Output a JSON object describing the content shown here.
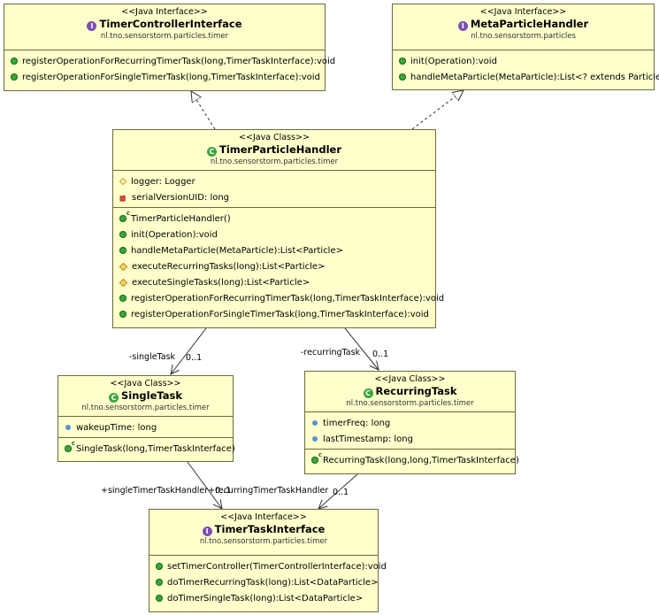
{
  "boxes": {
    "timerControllerInterface": {
      "stereotype": "<<Java Interface>>",
      "name": "TimerControllerInterface",
      "package": "nl.tno.sensorstorm.particles.timer",
      "methods": [
        "registerOperationForRecurringTimerTask(long,TimerTaskInterface):void",
        "registerOperationForSingleTimerTask(long,TimerTaskInterface):void"
      ]
    },
    "metaParticleHandler": {
      "stereotype": "<<Java Interface>>",
      "name": "MetaParticleHandler",
      "package": "nl.tno.sensorstorm.particles",
      "methods": [
        "init(Operation):void",
        "handleMetaParticle(MetaParticle):List<? extends Particle>"
      ]
    },
    "timerParticleHandler": {
      "stereotype": "<<Java Class>>",
      "name": "TimerParticleHandler",
      "package": "nl.tno.sensorstorm.particles.timer",
      "fields": [
        "logger: Logger",
        "serialVersionUID: long"
      ],
      "methods": [
        "TimerParticleHandler()",
        "init(Operation):void",
        "handleMetaParticle(MetaParticle):List<Particle>",
        "executeRecurringTasks(long):List<Particle>",
        "executeSingleTasks(long):List<Particle>",
        "registerOperationForRecurringTimerTask(long,TimerTaskInterface):void",
        "registerOperationForSingleTimerTask(long,TimerTaskInterface):void"
      ]
    },
    "singleTask": {
      "stereotype": "<<Java Class>>",
      "name": "SingleTask",
      "package": "nl.tno.sensorstorm.particles.timer",
      "fields": [
        "wakeupTime: long"
      ],
      "methods": [
        "SingleTask(long,TimerTaskInterface)"
      ]
    },
    "recurringTask": {
      "stereotype": "<<Java Class>>",
      "name": "RecurringTask",
      "package": "nl.tno.sensorstorm.particles.timer",
      "fields": [
        "timerFreq: long",
        "lastTimestamp: long"
      ],
      "methods": [
        "RecurringTask(long,long,TimerTaskInterface)"
      ]
    },
    "timerTaskInterface": {
      "stereotype": "<<Java Interface>>",
      "name": "TimerTaskInterface",
      "package": "nl.tno.sensorstorm.particles.timer",
      "methods": [
        "setTimerController(TimerControllerInterface):void",
        "doTimerRecurringTask(long):List<DataParticle>",
        "doTimerSingleTask(long):List<DataParticle>"
      ]
    }
  },
  "edge_labels": {
    "single_role": "-singleTask",
    "single_mult": "0..1",
    "recurring_role": "-recurringTask",
    "recurring_mult": "0..1",
    "handler_roles": "+singleTimerTaskHandler+recurringTimerTaskHandler",
    "handler_mult_left": "0..1",
    "handler_mult_right": "0..1"
  }
}
